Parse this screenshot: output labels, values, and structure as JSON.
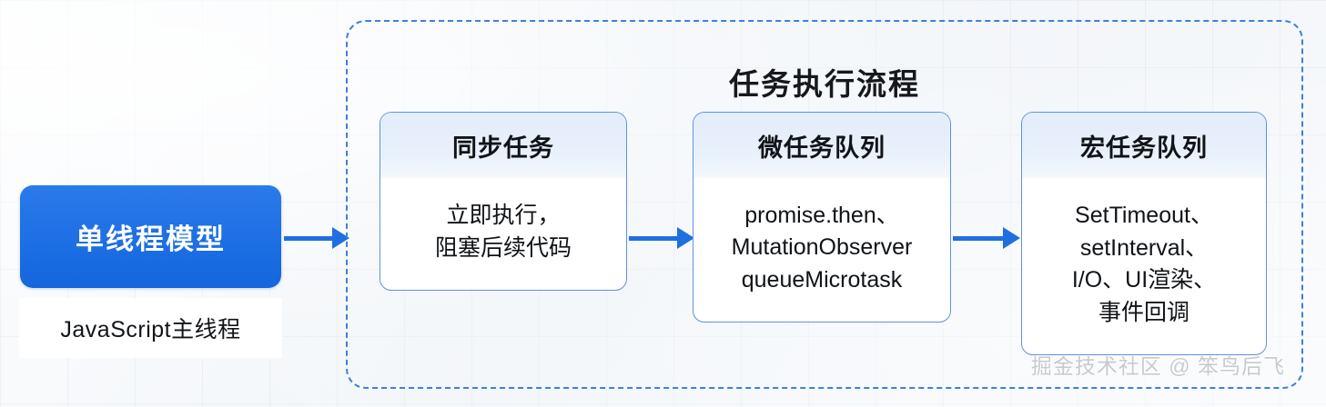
{
  "diagram": {
    "title": "任务执行流程",
    "watermark": "掘金技术社区 @ 笨鸟后飞",
    "colors": {
      "accent_blue": "#1f6fe0",
      "primary_fill": "#2275e8",
      "box_border": "#5a95e4",
      "head_fill": "#e7f0fb",
      "dashed_border": "#3f7fe0",
      "canvas_bg": "#f3f6fa"
    }
  },
  "source_node": {
    "title": "单线程模型",
    "subtitle": "JavaScript主线程"
  },
  "stages": [
    {
      "id": "sync",
      "header": "同步任务",
      "body": "立即执行，\n阻塞后续代码"
    },
    {
      "id": "microtask",
      "header": "微任务队列",
      "body": "promise.then、\nMutationObserver\nqueueMicrotask"
    },
    {
      "id": "macrotask",
      "header": "宏任务队列",
      "body": "SetTimeout、\nsetInterval、\nI/O、UI渲染、\n事件回调"
    }
  ],
  "flow_edges": [
    {
      "id": "edge-source-to-sync",
      "from": "单线程模型",
      "to": "同步任务"
    },
    {
      "id": "edge-sync-to-micro",
      "from": "同步任务",
      "to": "微任务队列"
    },
    {
      "id": "edge-micro-to-macro",
      "from": "微任务队列",
      "to": "宏任务队列"
    }
  ]
}
